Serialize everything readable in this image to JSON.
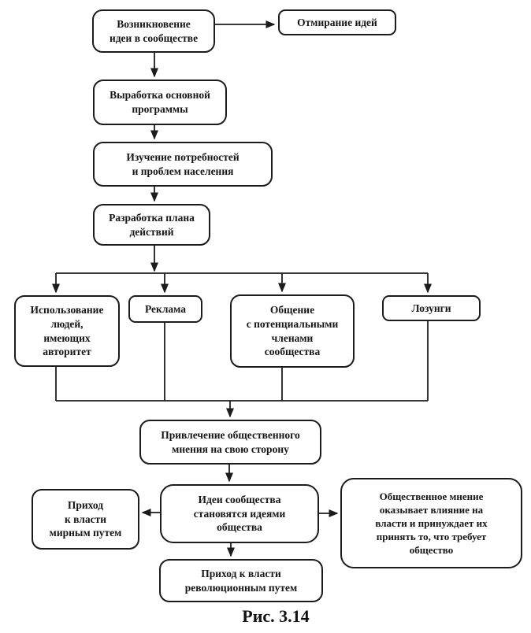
{
  "figure_caption": "Рис. 3.14",
  "colors": {
    "ink": "#1c1c1c",
    "background": "#ffffff"
  },
  "nodes": {
    "idea_emergence": {
      "label": "Возникновение\nидеи в сообществе"
    },
    "idea_dying": {
      "label": "Отмирание идей"
    },
    "program_development": {
      "label": "Выработка основной\nпрограммы"
    },
    "needs_study": {
      "label": "Изучение потребностей\nи проблем населения"
    },
    "action_plan": {
      "label": "Разработка плана\nдействий"
    },
    "authority_people": {
      "label": "Использование\nлюдей,\nимеющих\nавторитет"
    },
    "advertising": {
      "label": "Реклама"
    },
    "communication": {
      "label": "Общение\nс потенциальными\nчленами\nсообщества"
    },
    "slogans": {
      "label": "Лозунги"
    },
    "attract_public_opinion": {
      "label": "Привлечение общественного\nмнения на свою сторону"
    },
    "ideas_become_societal": {
      "label": "Идеи сообщества\nстановятся идеями\nобщества"
    },
    "peaceful_power": {
      "label": "Приход\nк власти\nмирным путем"
    },
    "public_opinion_pressure": {
      "label": "Общественное мнение\nоказывает влияние на\nвласти и принуждает их\nпринять то, что требует\nобщество"
    },
    "revolutionary_power": {
      "label": "Приход к власти\nреволюционным путем"
    }
  }
}
